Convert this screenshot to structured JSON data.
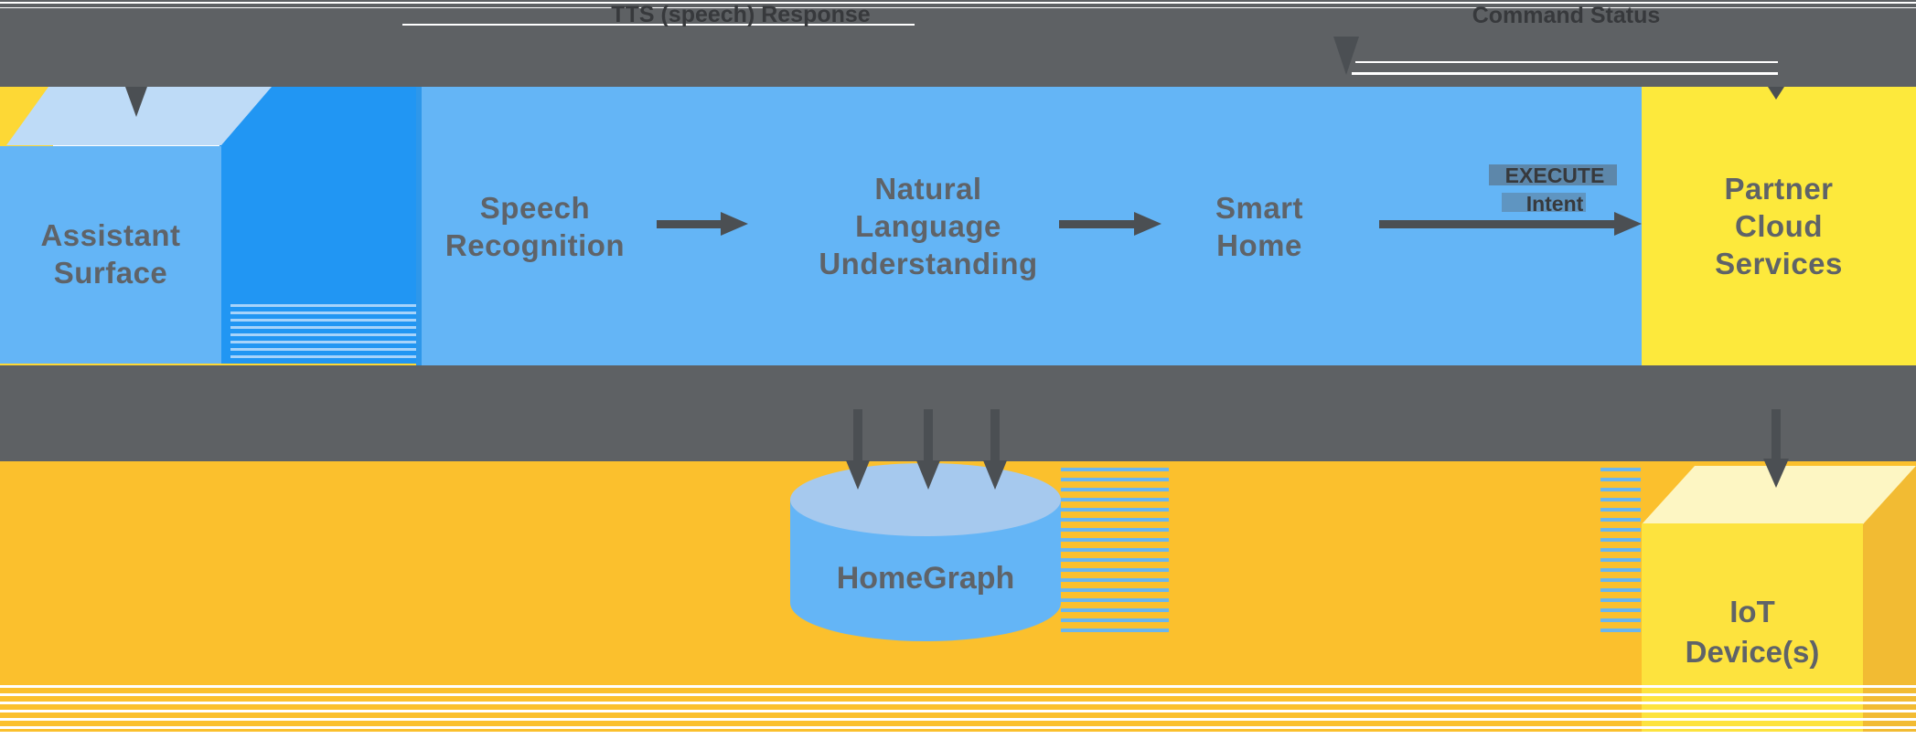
{
  "labels": {
    "tts_response": "TTS (speech) Response",
    "command_status": "Command Status",
    "assistant_surface": "Assistant\nSurface",
    "speech_recognition": "Speech\nRecognition",
    "nlu": "Natural\nLanguage\nUnderstanding",
    "smart_home": "Smart\nHome",
    "execute_intent": "EXECUTE\nIntent",
    "partner_cloud": "Partner\nCloud\nServices",
    "homegraph": "HomeGraph",
    "iot_devices": "IoT\nDevice(s)"
  },
  "colors": {
    "band_gray": "#5e6164",
    "arrow_gray": "#4b4f53",
    "band_text": "#37393c",
    "text_gray": "#5f6368",
    "assistant_blue": "#64b5f6",
    "cube_side_blue": "#2196f3",
    "cube_top_blue": "#bedbf7",
    "cylinder_top_blue": "#a6c9ee",
    "cylinder_body_blue": "#64b5f6",
    "partner_yellow": "#fde93c",
    "iot_front_yellow": "#fde33e",
    "iot_top_yellow": "#fdf6c3",
    "iot_side_yellow": "#f2bb33",
    "background_gold": "#fbc02d",
    "sliver_yellow": "#fdd835",
    "box_edge_blue": "#2e97ea"
  }
}
